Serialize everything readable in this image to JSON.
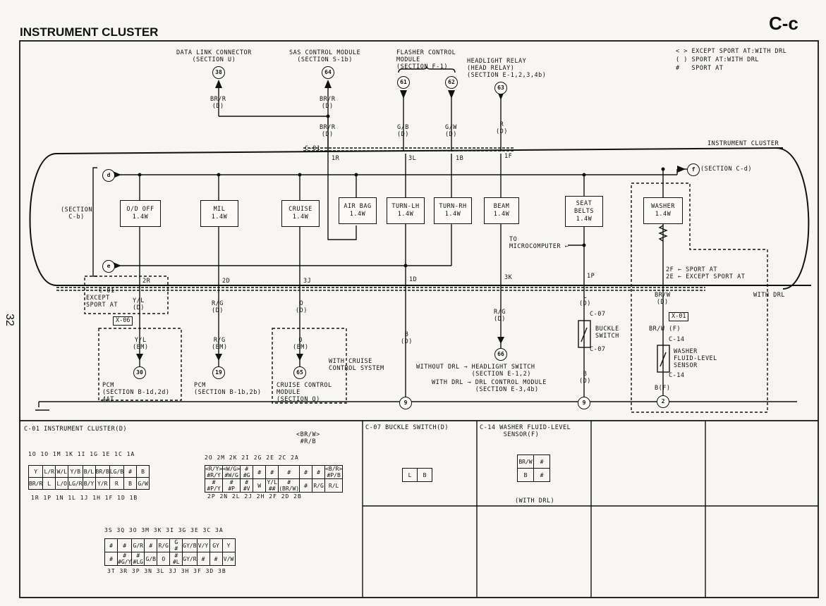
{
  "header": {
    "title": "INSTRUMENT CLUSTER",
    "code": "C-c",
    "page_number": "32"
  },
  "legend": [
    "< > EXCEPT SPORT AT:WITH DRL",
    "( ) SPORT AT:WITH DRL",
    "#   SPORT AT"
  ],
  "top_sources": {
    "dlc": "DATA LINK CONNECTOR\n(SECTION U)",
    "sas": "SAS CONTROL MODULE\n(SECTION S-1b)",
    "flasher": "FLASHER CONTROL\nMODULE\n(SECTION F-1)",
    "headlight": "HEADLIGHT RELAY\n(HEAD RELAY)\n(SECTION E-1,2,3,4b)"
  },
  "terminals": {
    "t38": "38",
    "t64": "64",
    "t61": "61",
    "t62": "62",
    "t63": "63",
    "t30": "30",
    "t19": "19",
    "t65": "65",
    "t66": "66",
    "t9a": "9",
    "t9b": "9",
    "t2": "2",
    "d": "d",
    "e": "e",
    "f": "f"
  },
  "wires": {
    "brr_d_1": "BR/R\n(D)",
    "brr_d_2": "BR/R\n(D)",
    "brr_d_3": "BR/R\n(D)",
    "gb_d": "G/B\n(D)",
    "gw_d": "G/W\n(D)",
    "r_d": "R\n(D)",
    "yl_d": "Y/L\n(D)",
    "yl_em": "Y/L\n(EM)",
    "rg_d": "R/G\n(D)",
    "rg_em": "R/G\n(EM)",
    "o_d": "O\n(D)",
    "o_em": "O\n(EM)",
    "b_d": "B\n(D)",
    "rg_d2": "R/G\n(D)",
    "l_d": "L\n(D)",
    "b_d2": "B\n(D)",
    "brw_d": "BR/W\n(D)",
    "brw_f": "BR/W (F)",
    "b_f": "B(F)"
  },
  "pins": {
    "c01": "C-01",
    "c01b": "C-01",
    "p1r": "1R",
    "p3l": "3L",
    "p1b": "1B",
    "p1f": "1F",
    "p2r": "2R",
    "p2d": "2D",
    "p3j": "3J",
    "p1d": "1D",
    "p3k": "3K",
    "p1p": "1P",
    "p2f": "2F ← SPORT AT",
    "p2e": "2E ← EXCEPT SPORT AT",
    "c07a": "C-07",
    "c07b": "C-07",
    "c14a": "C-14",
    "c14b": "C-14"
  },
  "cluster_label": "INSTRUMENT CLUSTER",
  "section_cb": "(SECTION\nC-b)",
  "section_cd": "(SECTION C-d)",
  "lamps": [
    {
      "name": "O/D OFF",
      "watt": "1.4W"
    },
    {
      "name": "MIL",
      "watt": "1.4W"
    },
    {
      "name": "CRUISE",
      "watt": "1.4W"
    },
    {
      "name": "AIR BAG",
      "watt": "1.4W"
    },
    {
      "name": "TURN-LH",
      "watt": "1.4W"
    },
    {
      "name": "TURN-RH",
      "watt": "1.4W"
    },
    {
      "name": "BEAM",
      "watt": "1.4W"
    },
    {
      "name": "SEAT\nBELTS",
      "watt": "1.4W"
    },
    {
      "name": "WASHER",
      "watt": "1.4W"
    }
  ],
  "notes": {
    "to_micro": "TO\nMICROCOMPUTER ←",
    "except_sport": "EXCEPT\nSPORT AT",
    "x06": "X-06",
    "x01": "X-01",
    "pcm1": "PCM\n(SECTION B-1d,2d)\n4AT",
    "pcm2": "PCM\n(SECTION B-1b,2b)",
    "cruise_mod": "CRUISE CONTROL\nMODULE\n(SECTION Q)",
    "with_cruise": "WITH CRUISE\nCONTROL SYSTEM",
    "without_drl": "WITHOUT DRL → HEADLIGHT SWITCH\n              (SECTION E-1,2)",
    "with_drl_mod": "WITH DRL → DRL CONTROL MODULE\n           (SECTION E-3,4b)",
    "buckle": "BUCKLE\nSWITCH",
    "washer_sensor": "WASHER\nFLUID-LEVEL\nSENSOR",
    "with_drl": "WITH DRL"
  },
  "bottom": {
    "c01_title": "C-01 INSTRUMENT CLUSTER(D)",
    "c07_title": "C-07 BUCKLE SWITCH(D)",
    "c14_title": "C-14 WASHER FLUID-LEVEL\n      SENSOR(F)",
    "with_drl": "(WITH DRL)",
    "conn1_top": "1O  1O      1M   1K  1I   1G   1E        1C   1A",
    "conn1_row1": [
      "Y",
      "L/R",
      "W/L",
      "Y/B",
      "B/L",
      "BR/B",
      "LG/B",
      "#",
      "B"
    ],
    "conn1_row2": [
      "BR/R",
      "L",
      "L/O",
      "LG/R",
      "B/Y",
      "Y/R",
      "R",
      "B",
      "G/W"
    ],
    "conn1_bot": "1R  1P   1N   1L   1J   1H   1F   1D   1B",
    "conn2_note": "<BR/W>\n#R/B",
    "conn2_top": "2O          2M   2K  2I  2G  2E    2C        2A",
    "conn2_row1": [
      "<R/Y>\n#R/Y",
      "<W/G>\n#W/G",
      "#\n#G",
      "#",
      "#",
      "#",
      "#",
      "#",
      "<B/R>\n#P/B"
    ],
    "conn2_row2": [
      "#\n#P/Y",
      "#\n#P",
      "#\n#V",
      "W",
      "Y/L\n##",
      "#\n(BR/W)",
      "#",
      "R/G",
      "R/L"
    ],
    "conn2_bot": "2P   2N   2L   2J   2H   2F   2D   2B",
    "conn3_top": "3S   3Q     3O   3M   3K   3I   3G   3E        3C   3A",
    "conn3_row1": [
      "#",
      "#",
      "G/R",
      "#",
      "R/G",
      "G\n#",
      "GY/B",
      "V/Y",
      "GY",
      "Y"
    ],
    "conn3_row2": [
      "#",
      "#\n#G/Y",
      "#\n#LG",
      "G/B",
      "O",
      "#\n#L",
      "GY/R",
      "#",
      "#",
      "V/W"
    ],
    "conn3_bot": "3T   3R   3P   3N   3L   3J   3H   3F   3D   3B",
    "c07_pins": [
      "L",
      "B"
    ],
    "c14_pins": [
      "BR/W",
      "#",
      "B",
      "#"
    ]
  }
}
